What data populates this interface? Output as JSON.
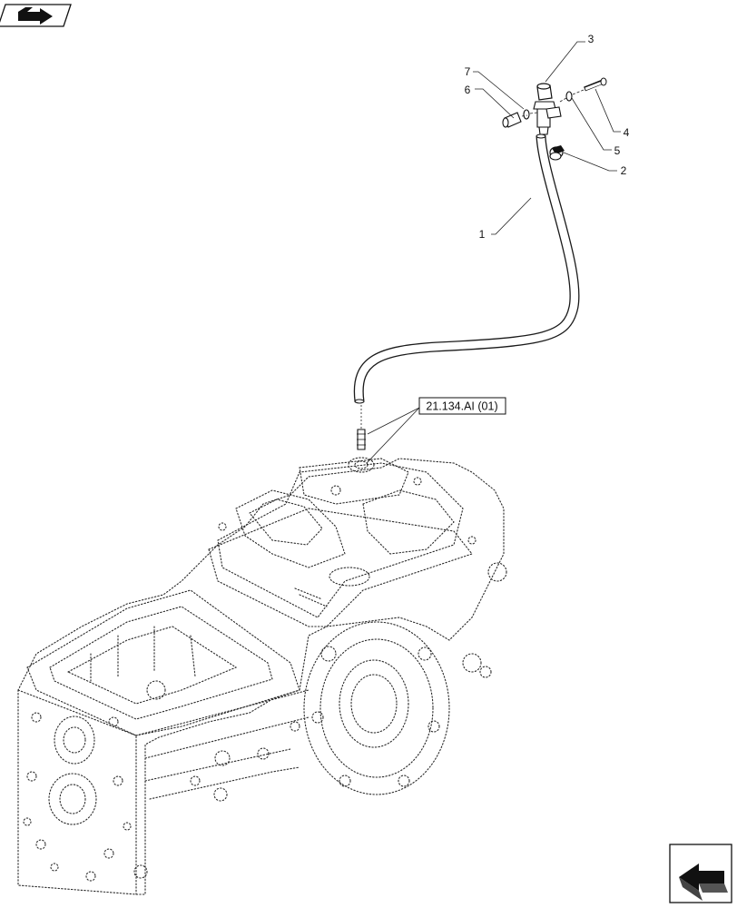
{
  "nav": {
    "top_icon": "book-arrow-icon",
    "bottom_icon": "next-page-arrow-icon"
  },
  "diagram": {
    "reference_label": "21.134.AI (01)",
    "callouts": [
      {
        "id": "1",
        "label": "1"
      },
      {
        "id": "2",
        "label": "2"
      },
      {
        "id": "3",
        "label": "3"
      },
      {
        "id": "4",
        "label": "4"
      },
      {
        "id": "5",
        "label": "5"
      },
      {
        "id": "6",
        "label": "6"
      },
      {
        "id": "7",
        "label": "7"
      }
    ]
  }
}
